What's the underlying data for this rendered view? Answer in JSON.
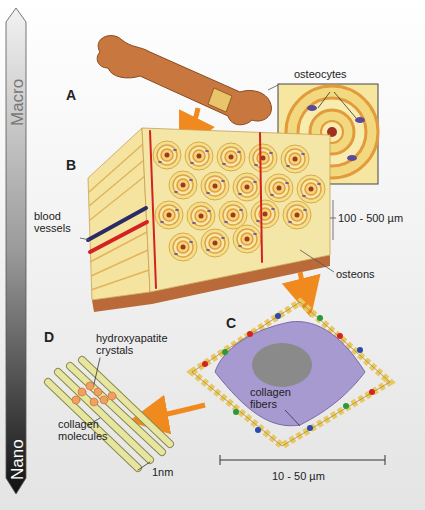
{
  "diagram": {
    "nodes": [
      {
        "text": [
          "Macro",
          "Nano"
        ]
      }
    ],
    "labels": [
      "A",
      "osteocytes",
      "B",
      "blood vessels",
      "100 - 500 µm",
      "osteons",
      "C",
      "D",
      "hydroxyapatite crystals",
      "collagen fibers",
      "collagen molecules",
      "1nm",
      "10 - 50 µm"
    ]
  }
}
